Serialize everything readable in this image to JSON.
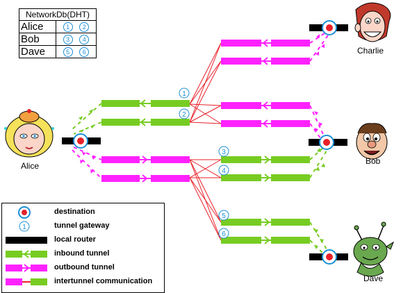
{
  "netdb": {
    "title": "NetworkDb(DHT)",
    "rows": [
      {
        "name": "Alice",
        "gateways": [
          "1",
          "2"
        ]
      },
      {
        "name": "Bob",
        "gateways": [
          "3",
          "4"
        ]
      },
      {
        "name": "Dave",
        "gateways": [
          "5",
          "6"
        ]
      }
    ]
  },
  "people": {
    "alice": "Alice",
    "bob": "Bob",
    "charlie": "Charlie",
    "dave": "Dave"
  },
  "gateways": [
    "1",
    "2",
    "3",
    "4",
    "5",
    "6"
  ],
  "legend": {
    "destination": "destination",
    "tunnel_gateway": "tunnel gateway",
    "tunnel_gateway_symbol": "1",
    "local_router": "local router",
    "inbound_tunnel": "inbound tunnel",
    "outbound_tunnel": "outbound tunnel",
    "intertunnel": "intertunnel communication"
  },
  "colors": {
    "inbound": "#77cc22",
    "outbound": "#ff22ff",
    "intertunnel": "#e8202a",
    "router": "#000000",
    "gateway": "#1b8fd6"
  }
}
